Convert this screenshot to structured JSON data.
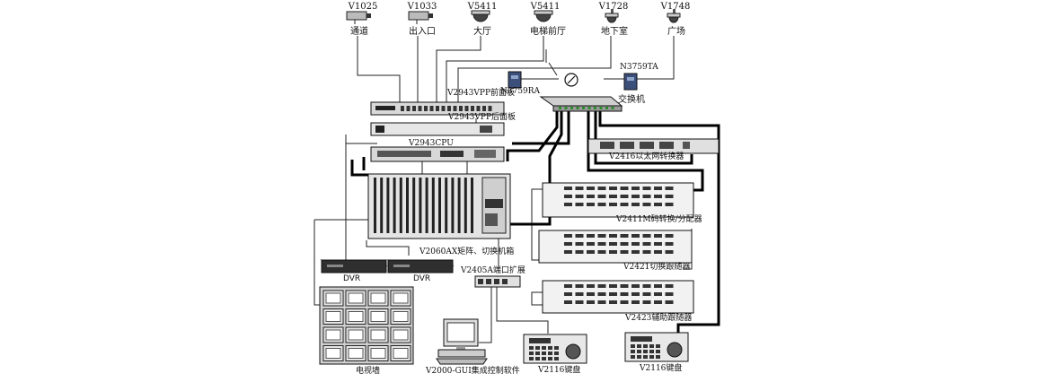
{
  "cameras": [
    {
      "model": "V1025",
      "location": "通道",
      "kind": "box"
    },
    {
      "model": "V1033",
      "location": "出入口",
      "kind": "box"
    },
    {
      "model": "V5411",
      "location": "大厅",
      "kind": "dome"
    },
    {
      "model": "V5411",
      "location": "电梯前厅",
      "kind": "dome"
    },
    {
      "model": "V1728",
      "location": "地下室",
      "kind": "ptz"
    },
    {
      "model": "V1748",
      "location": "广场",
      "kind": "ptz"
    }
  ],
  "devices": {
    "fiber_left": "N3759RA",
    "fiber_right": "N3759TA",
    "switch": "交换机",
    "patch_front": "V2943VPP前面板",
    "patch_back": "V2943VPP后面板",
    "cpu": "V2943CPU",
    "matrix": "V2060AX矩阵、切换机箱",
    "ethernet_converter": "V2416以太网转换器",
    "code_distributor": "V2411M码转换/分配器",
    "switch_follower": "V2421切换跟随器",
    "preset_follower": "V2423辅助跟随器",
    "port_expander": "V2405A端口扩展",
    "dvr_1": "DVR",
    "dvr_2": "DVR",
    "tv_wall": "电视墙",
    "software": "V2000-GUI集成控制软件",
    "keyboard_1": "V2116键盘",
    "keyboard_2": "V2116键盘"
  }
}
